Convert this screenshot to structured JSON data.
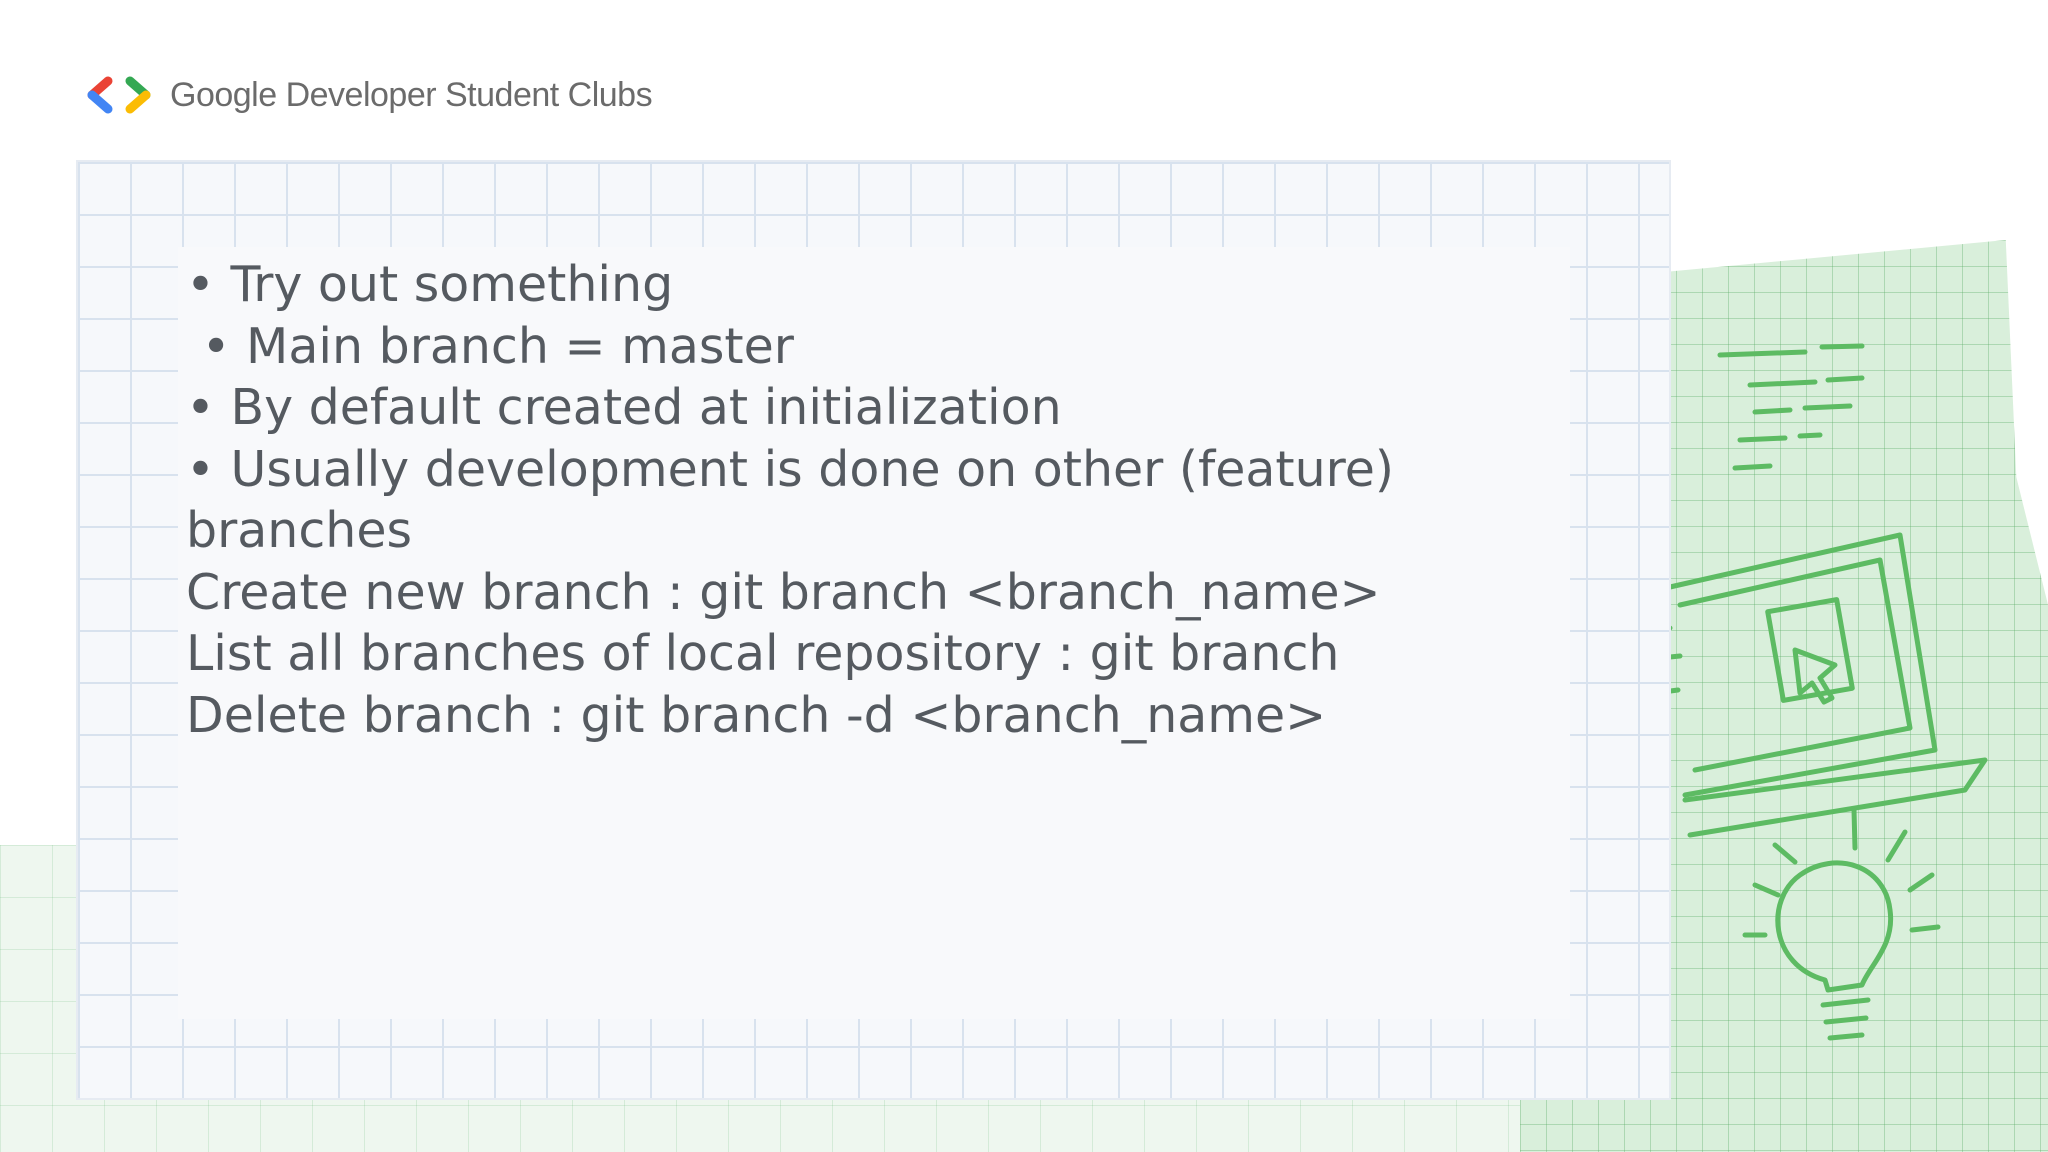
{
  "header": {
    "brand_text": "Google Developer Student Clubs",
    "logo_colors": {
      "red": "#EA4335",
      "blue": "#4285F4",
      "green": "#34A853",
      "yellow": "#FBBC04"
    }
  },
  "slide": {
    "lines": [
      "• Try out something",
      " • Main branch = master",
      "• By default created at initialization",
      "• Usually development is done on other (feature)",
      "branches",
      "Create new branch : git branch <branch_name>",
      "List all branches of local repository : git branch",
      "Delete branch : git branch -d <branch_name>"
    ]
  },
  "decoration": {
    "illustrations": [
      "text-lines-sketch",
      "laptop-cursor-sketch",
      "lightbulb-sketch"
    ],
    "accent_green": "#4caf50"
  }
}
